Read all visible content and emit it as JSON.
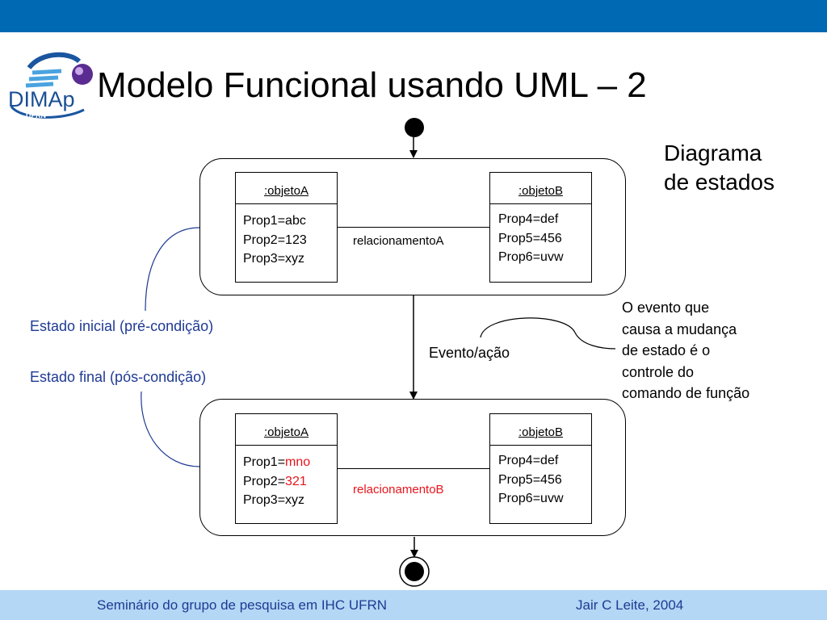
{
  "slide": {
    "title": "Modelo Funcional usando UML – 2",
    "logo_text": "DIMAp",
    "logo_subtext": "UFRN",
    "subtitle_line1": "Diagrama",
    "subtitle_line2": "de estados"
  },
  "colors": {
    "top_bar": "#0069b4",
    "footer_bar": "#b3d7f5",
    "annotation_blue": "#1f3a93",
    "highlight_red": "#e8141b"
  },
  "initial_state": {
    "objectA": {
      "name": ":objetoA",
      "props": [
        {
          "label": "Prop1=",
          "value": "abc"
        },
        {
          "label": "Prop2=",
          "value": "123"
        },
        {
          "label": "Prop3=",
          "value": "xyz"
        }
      ]
    },
    "objectB": {
      "name": ":objetoB",
      "props": [
        {
          "label": "Prop4=",
          "value": "def"
        },
        {
          "label": "Prop5=",
          "value": "456"
        },
        {
          "label": "Prop6=",
          "value": "uvw"
        }
      ]
    },
    "relationship": "relacionamentoA"
  },
  "final_state": {
    "objectA": {
      "name": ":objetoA",
      "props": [
        {
          "label": "Prop1=",
          "value": "mno"
        },
        {
          "label": "Prop2=",
          "value": "321"
        },
        {
          "label": "Prop3=",
          "value": "xyz"
        }
      ]
    },
    "objectB": {
      "name": ":objetoB",
      "props": [
        {
          "label": "Prop4=",
          "value": "def"
        },
        {
          "label": "Prop5=",
          "value": "456"
        },
        {
          "label": "Prop6=",
          "value": "uvw"
        }
      ]
    },
    "relationship": "relacionamentoB"
  },
  "labels": {
    "initial": "Estado inicial (pré-condição)",
    "final": "Estado final (pós-condição)",
    "transition": "Evento/ação"
  },
  "note": {
    "lines": [
      "O evento que",
      "causa a mudança",
      "de estado é o",
      "controle do",
      "comando de função"
    ]
  },
  "footer": {
    "left": "Seminário do grupo de pesquisa em IHC UFRN",
    "right": "Jair C Leite, 2004"
  }
}
